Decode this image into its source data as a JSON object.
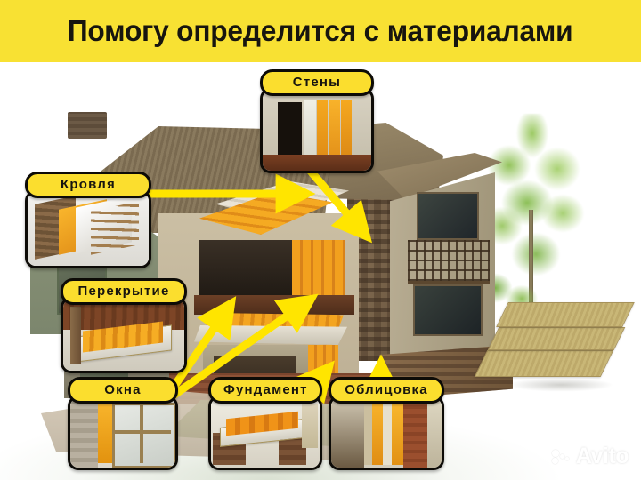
{
  "banner": {
    "title": "Помогу определится с материалами",
    "background_color": "#F8E133",
    "text_color": "#17150F"
  },
  "theme": {
    "pill_bg": "#FBDE2E",
    "pill_border": "#0D0B07",
    "arrow_color": "#FFE500",
    "page_bg": "#FFFFFF"
  },
  "callouts": [
    {
      "id": "walls",
      "label": "Стены",
      "thumb_alt": "wall-insulation-thumbnail"
    },
    {
      "id": "roofing",
      "label": "Кровля",
      "thumb_alt": "roof-insulation-thumbnail"
    },
    {
      "id": "floor-slab",
      "label": "Перекрытие",
      "thumb_alt": "floor-slab-insulation-thumbnail"
    },
    {
      "id": "windows",
      "label": "Окна",
      "thumb_alt": "window-insulation-thumbnail"
    },
    {
      "id": "foundation",
      "label": "Фундамент",
      "thumb_alt": "foundation-insulation-thumbnail"
    },
    {
      "id": "cladding",
      "label": "Облицовка",
      "thumb_alt": "facade-cladding-thumbnail"
    }
  ],
  "scene": {
    "house_alt": "cutaway-house-illustration",
    "tree_alt": "green-tree",
    "slabs_alt": "mineral-wool-slab-stack",
    "arrow_count": 6
  },
  "watermark": {
    "text": "Avito"
  }
}
